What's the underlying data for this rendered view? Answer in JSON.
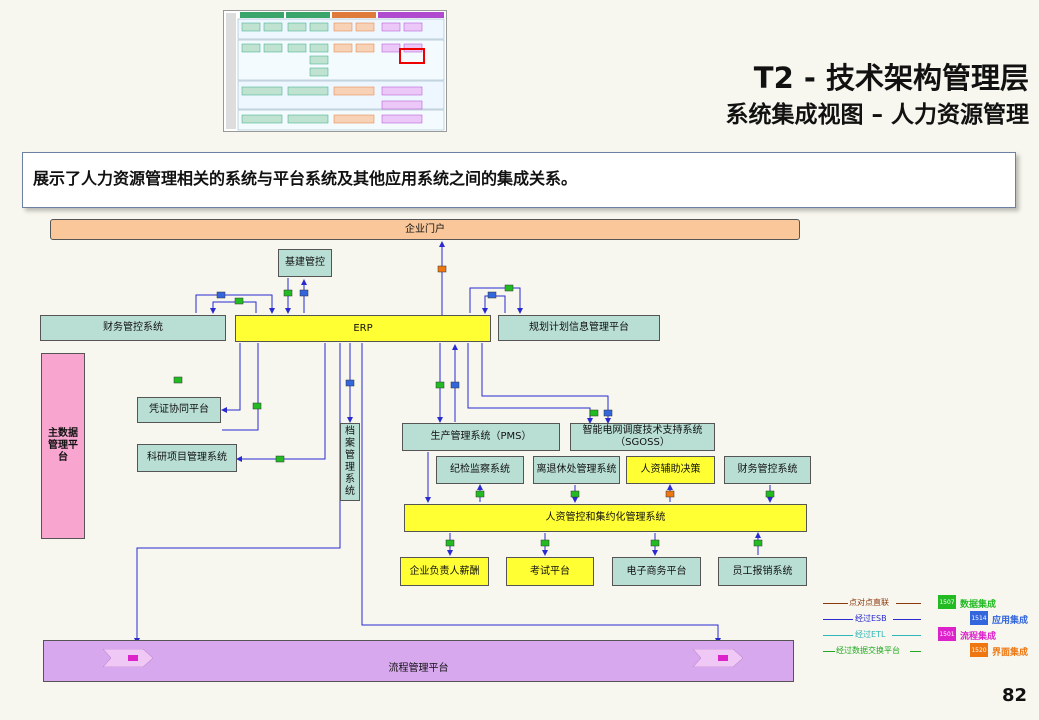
{
  "header": {
    "title": "T2 - 技术架构管理层",
    "subtitle": "系统集成视图 – 人力资源管理"
  },
  "description": "展示了人力资源管理相关的系统与平台系统及其他应用系统之间的集成关系。",
  "page_number": "82",
  "nodes": {
    "portal": "企业门户",
    "jijian": "基建管控",
    "caiwu_left": "财务管控系统",
    "erp": "ERP",
    "guihua": "规划计划信息管理平台",
    "zhushuju": "主数据管理平台",
    "pingzheng": "凭证协同平台",
    "keyan": "科研项目管理系统",
    "dangan": "档案管理系统",
    "pms": "生产管理系统（PMS）",
    "sgoss": "智能电网调度技术支持系统（SGOSS）",
    "jijian_jiancha": "纪检监察系统",
    "litui": "离退休处管理系统",
    "renzi_fuzhu": "人资辅助决策",
    "caiwu_right": "财务管控系统",
    "renzi_main": "人资管控和集约化管理系统",
    "fuze_xinchou": "企业负责人薪酬",
    "kaoshi": "考试平台",
    "dianzi_shangwu": "电子商务平台",
    "yuangong_baoxiao": "员工报销系统",
    "liucheng": "流程管理平台"
  },
  "legend": {
    "lines": [
      {
        "label": "点对点直联",
        "color": "#8b3a0f"
      },
      {
        "label": "经过ESB",
        "color": "#2a2ad0"
      },
      {
        "label": "经过ETL",
        "color": "#2fb6b6"
      },
      {
        "label": "经过数据交换平台",
        "color": "#22aa22"
      }
    ],
    "types": [
      {
        "code": "1507",
        "label": "数据集成",
        "color": "#22bb22"
      },
      {
        "code": "1514",
        "label": "应用集成",
        "color": "#3366dd"
      },
      {
        "code": "1501",
        "label": "流程集成",
        "color": "#dd22cc"
      },
      {
        "code": "1520",
        "label": "界面集成",
        "color": "#ee7711"
      }
    ]
  }
}
